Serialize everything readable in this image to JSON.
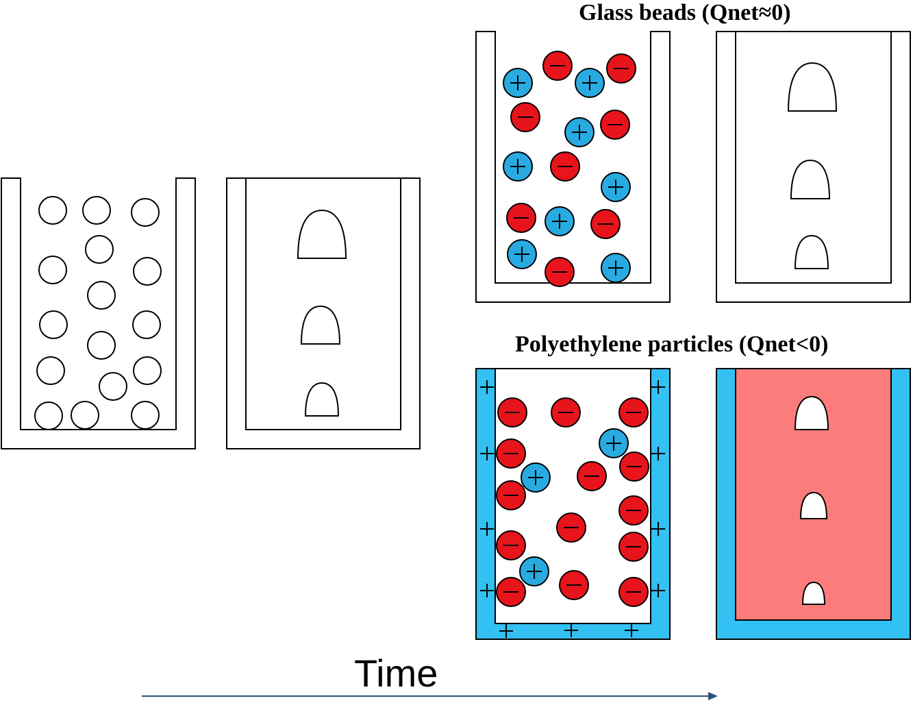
{
  "titles": {
    "glass": "Glass beads (Qnet≈0)",
    "polyethylene": "Polyethylene particles (Qnet<0)"
  },
  "axis": {
    "time_label": "Time"
  },
  "symbols": {
    "positive": "+",
    "negative": "−"
  },
  "colors": {
    "positive_ion": "#29abe2",
    "negative_ion": "#e8141c",
    "charged_wall": "#33c0f2",
    "charged_fluid": "#fc7c7c",
    "outline": "#000000",
    "arrow": "#2f4f7f"
  },
  "panels": {
    "initial_particles": "neutral particles",
    "initial_bubbles": "bubbles",
    "glass_particles": "mixed ions",
    "glass_bubbles": "bubbles",
    "pe_particles": "ions with charged walls",
    "pe_bubbles": "bubbles in charged fluid"
  }
}
